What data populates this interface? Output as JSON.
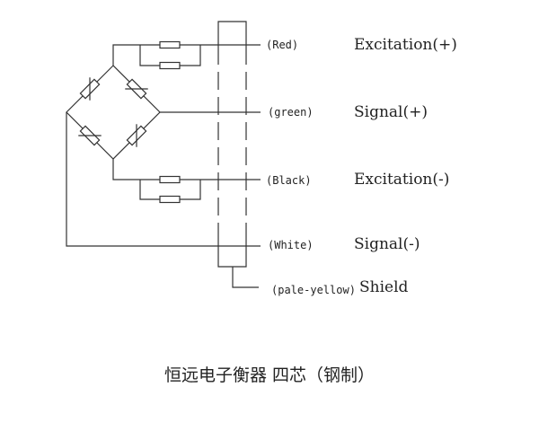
{
  "wires": [
    {
      "color_label": "(Red)",
      "signal": "Excitation(+)"
    },
    {
      "color_label": "(green)",
      "signal": "Signal(+)"
    },
    {
      "color_label": "(Black)",
      "signal": "Excitation(-)"
    },
    {
      "color_label": "(White)",
      "signal": "Signal(-)"
    },
    {
      "color_label": "(pale-yellow)",
      "signal": "Shield"
    }
  ],
  "caption": "恒远电子衡器 四芯（钢制）"
}
